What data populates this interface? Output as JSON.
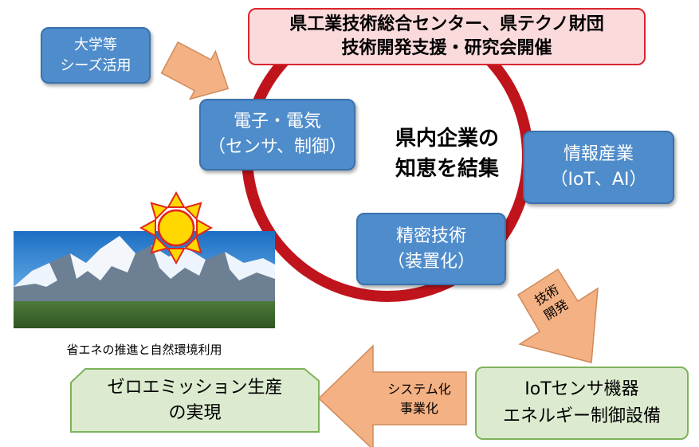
{
  "top_box": {
    "line1": "県工業技術総合センター、県テクノ財団",
    "line2": "技術開発支援・研究会開催"
  },
  "university_box": {
    "line1": "大学等",
    "line2": "シーズ活用"
  },
  "center_text": {
    "line1": "県内企業の",
    "line2": "知恵を結集"
  },
  "node_electric": {
    "line1": "電子・電気",
    "line2": "（センサ、制御）"
  },
  "node_info": {
    "line1": "情報産業",
    "line2": "（IoT、AI）"
  },
  "node_precision": {
    "line1": "精密技術",
    "line2": "（装置化）"
  },
  "arrow_tech": {
    "line1": "技術",
    "line2": "開発"
  },
  "iot_box": {
    "line1": "IoTセンサ機器",
    "line2": "エネルギー制御設備"
  },
  "arrow_system": {
    "line1": "システム化",
    "line2": "事業化"
  },
  "zero_box": {
    "line1": "ゼロエミッション生産",
    "line2": "の実現"
  },
  "photo_caption": "省エネの推進と自然環境利用",
  "colors": {
    "ring": "#c0141c",
    "blue_box": "#4f8ccb",
    "top_box_fill": "#fbdadb",
    "top_box_border": "#d9262e",
    "arrow_orange": "#f4b183",
    "green_fill": "#dcebcf",
    "green_border": "#7fb25c",
    "sun": "#ffd800"
  },
  "icons": [
    "sun-icon",
    "mountain-photo"
  ]
}
